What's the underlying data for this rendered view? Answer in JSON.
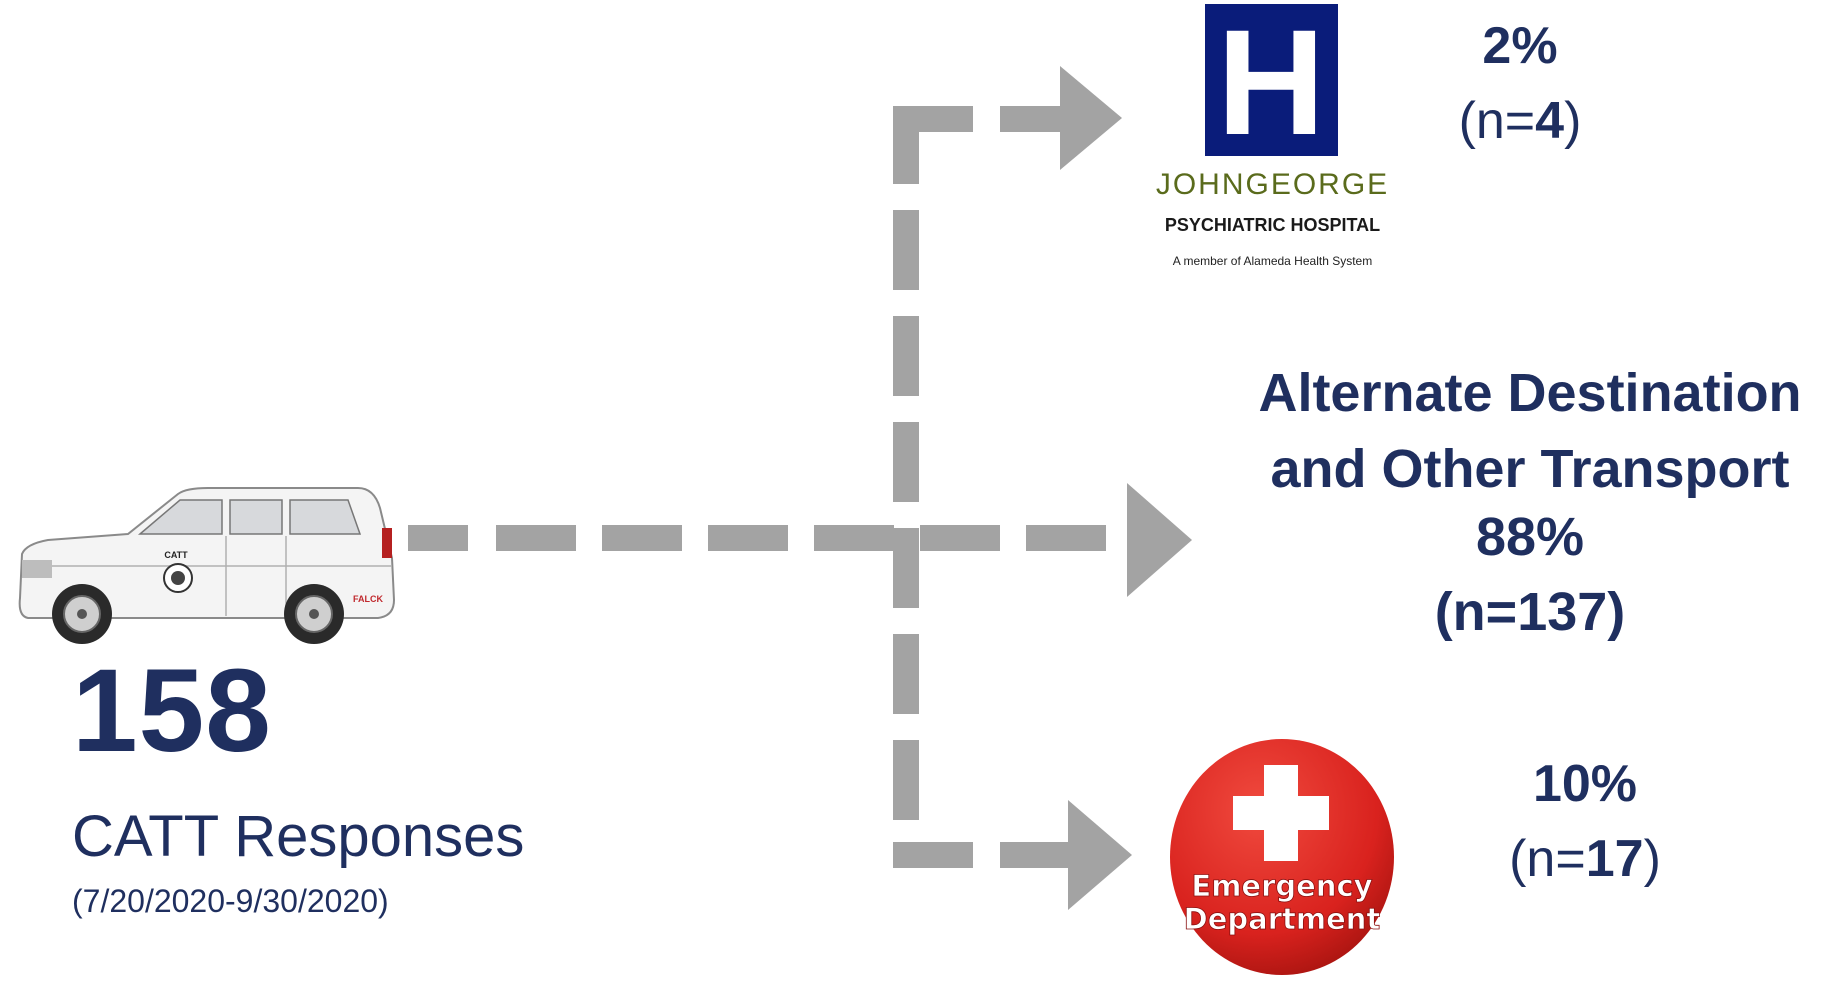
{
  "total": {
    "count": "158",
    "label": "CATT Responses",
    "dates": "(7/20/2020-9/30/2020)"
  },
  "vehicle": {
    "door_text": "CATT",
    "brand_text": "FALCK"
  },
  "destinations": {
    "hospital": {
      "logo_letter": "H",
      "name_first": "John",
      "name_last": "George",
      "subtitle": "PSYCHIATRIC HOSPITAL",
      "member_note": "A member of Alameda Health System",
      "percent": "2%",
      "n_open": "(n=",
      "n_value": "4",
      "n_close": ")"
    },
    "alternate": {
      "title_line1": "Alternate Destination",
      "title_line2": "and Other Transport",
      "percent": "88%",
      "n_label": "(n=137)"
    },
    "emergency": {
      "button_line1": "Emergency",
      "button_line2": "Department",
      "percent": "10%",
      "n_open": "(n=",
      "n_value": "17",
      "n_close": ")"
    }
  },
  "colors": {
    "navy_text": "#1f2f5f",
    "arrow_gray": "#a3a3a3",
    "hospital_blue": "#0a1c7a",
    "hospital_green": "#5a6b1c",
    "emergency_red": "#d9221e"
  }
}
